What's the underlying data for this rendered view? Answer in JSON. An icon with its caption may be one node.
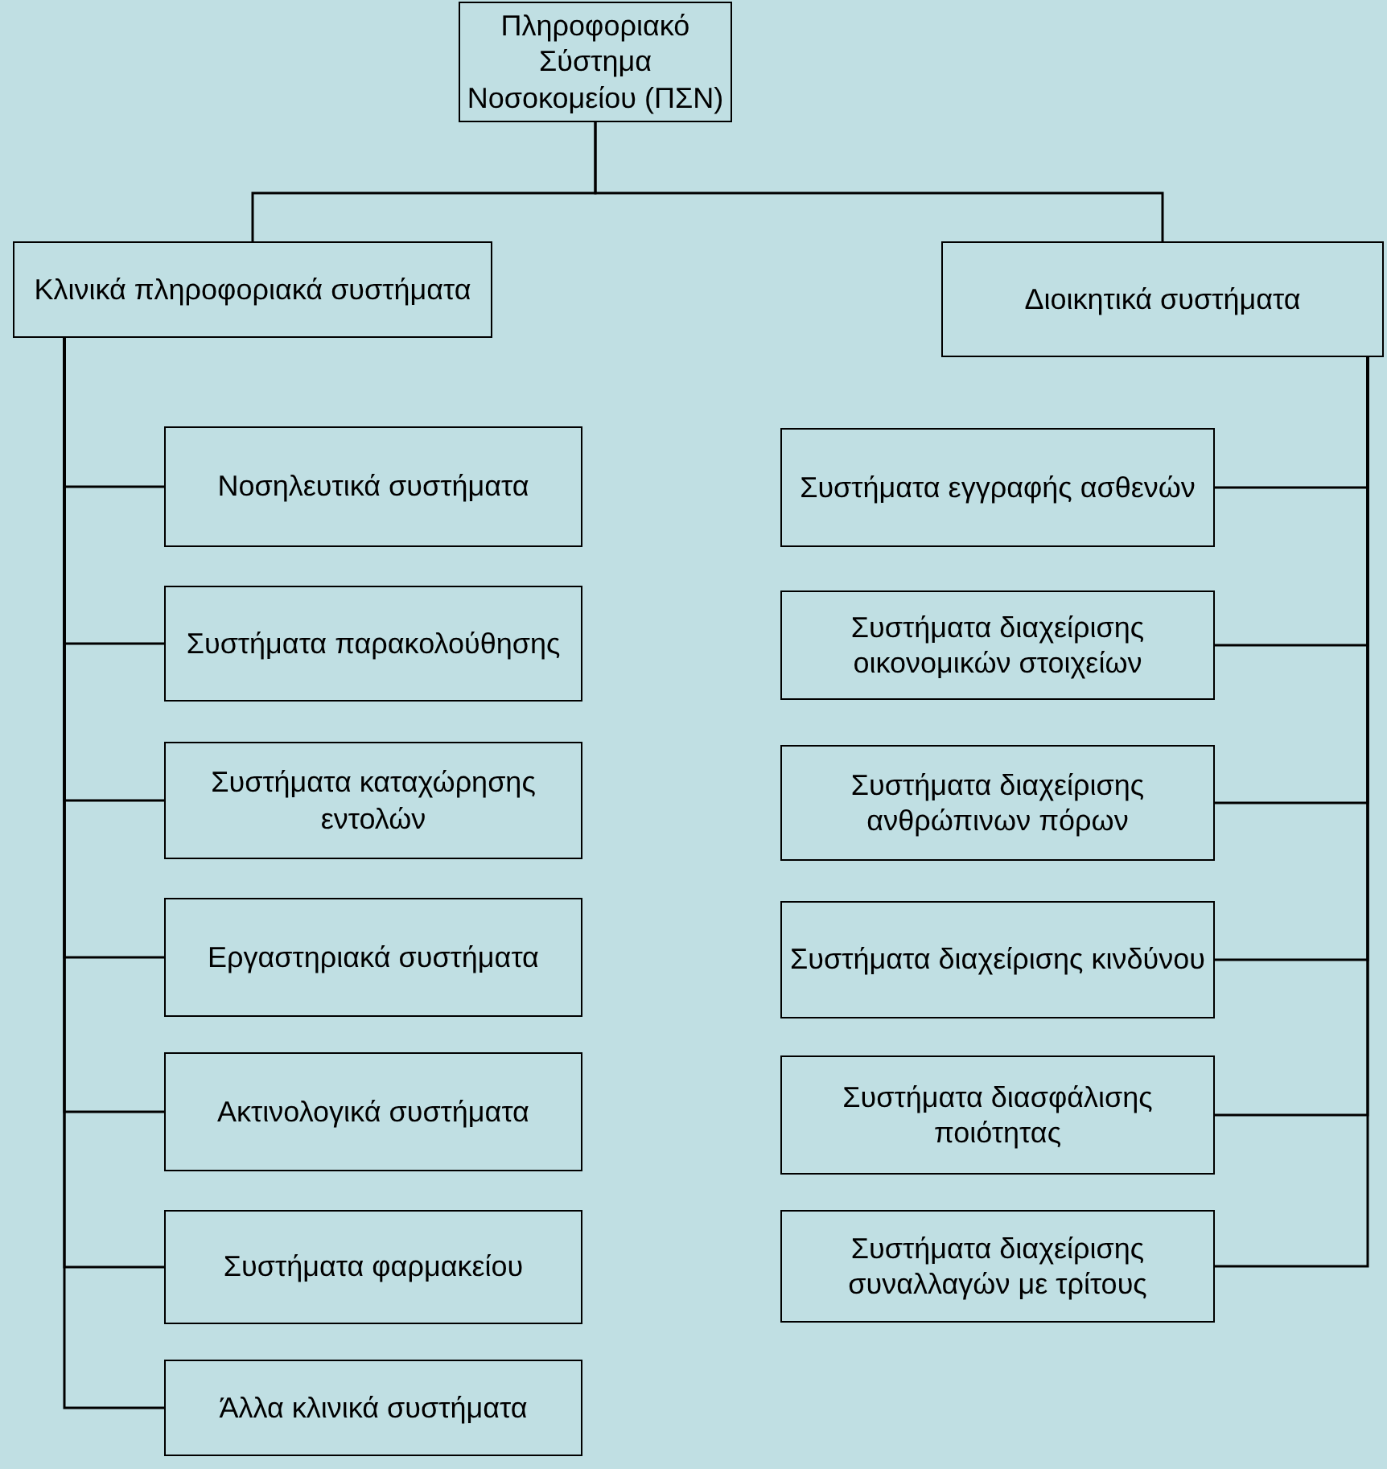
{
  "diagram": {
    "nodes": [
      {
        "text": [
          "Πληροφοριακό Σύστημα Νοσοκομείου (ΠΣΝ)"
        ]
      },
      {
        "text": [
          "Κλινικά πληροφοριακά συστήματα"
        ]
      },
      {
        "text": [
          "Διοικητικά συστήματα"
        ]
      },
      {
        "text": [
          "Νοσηλευτικά συστήματα"
        ]
      },
      {
        "text": [
          "Συστήματα παρακολούθησης"
        ]
      },
      {
        "text": [
          "Συστήματα καταχώρησης εντολών"
        ]
      },
      {
        "text": [
          "Εργαστηριακά συστήματα"
        ]
      },
      {
        "text": [
          "Ακτινολογικά συστήματα"
        ]
      },
      {
        "text": [
          "Συστήματα φαρμακείου"
        ]
      },
      {
        "text": [
          "Άλλα κλινικά συστήματα"
        ]
      },
      {
        "text": [
          "Συστήματα εγγραφής ασθενών"
        ]
      },
      {
        "text": [
          "Συστήματα διαχείρισης οικονομικών στοιχείων"
        ]
      },
      {
        "text": [
          "Συστήματα διαχείρισης ανθρώπινων πόρων"
        ]
      },
      {
        "text": [
          "Συστήματα διαχείρισης κινδύνου"
        ]
      },
      {
        "text": [
          "Συστήματα διασφάλισης ποιότητας"
        ]
      },
      {
        "text": [
          "Συστήματα διαχείρισης συναλλαγών με τρίτους"
        ]
      }
    ],
    "edges": [
      {
        "from": 0,
        "to": 1,
        "arrow": "none"
      },
      {
        "from": 0,
        "to": 2,
        "arrow": "none"
      },
      {
        "from": 1,
        "to": 3,
        "arrow": "none"
      },
      {
        "from": 1,
        "to": 4,
        "arrow": "none"
      },
      {
        "from": 1,
        "to": 5,
        "arrow": "none"
      },
      {
        "from": 1,
        "to": 6,
        "arrow": "none"
      },
      {
        "from": 1,
        "to": 7,
        "arrow": "none"
      },
      {
        "from": 1,
        "to": 8,
        "arrow": "none"
      },
      {
        "from": 1,
        "to": 9,
        "arrow": "none"
      },
      {
        "from": 2,
        "to": 10,
        "arrow": "none"
      },
      {
        "from": 2,
        "to": 11,
        "arrow": "none"
      },
      {
        "from": 2,
        "to": 12,
        "arrow": "none"
      },
      {
        "from": 2,
        "to": 13,
        "arrow": "none"
      },
      {
        "from": 2,
        "to": 14,
        "arrow": "none"
      },
      {
        "from": 2,
        "to": 15,
        "arrow": "none"
      }
    ]
  }
}
